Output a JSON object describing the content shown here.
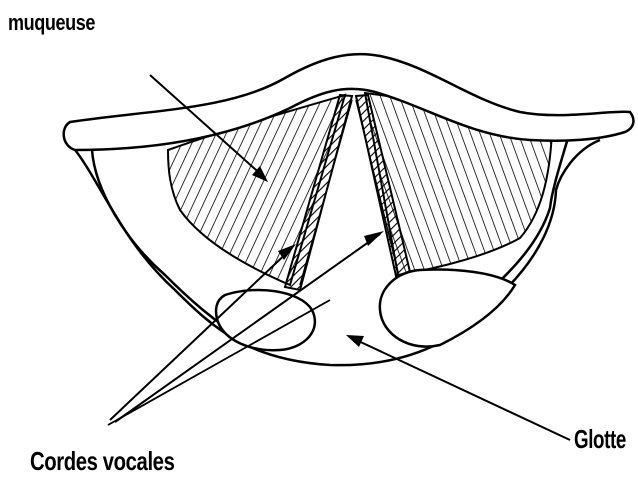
{
  "labels": {
    "muqueuse": "muqueuse",
    "cordes_vocales": "Cordes vocales",
    "glotte": "Glotte"
  },
  "colors": {
    "ink": "#000000",
    "background": "#ffffff"
  }
}
